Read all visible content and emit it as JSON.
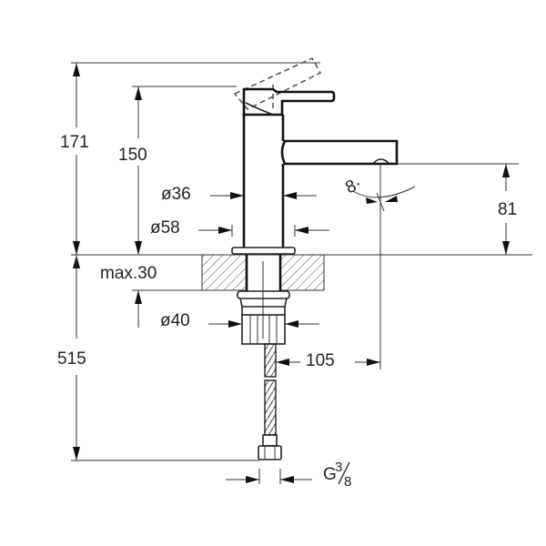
{
  "drawing": {
    "title": "Basin mixer technical dimension drawing",
    "units": "mm",
    "background": "#ffffff",
    "line_color": "#111111"
  },
  "dimensions": {
    "total_height_with_lever": "171",
    "body_height": "150",
    "body_diameter": "ø36",
    "base_diameter": "ø58",
    "spout_height": "81",
    "spout_angle": "8·",
    "max_countertop_thickness": "max.30",
    "shank_diameter": "ø40",
    "below_counter_length": "515",
    "spout_reach": "105",
    "connection_thread_base": "G",
    "connection_thread_num": "3",
    "connection_thread_den": "8"
  },
  "features": {
    "lever_alternate_position": "dashed",
    "countertop_section": "hatched",
    "flexible_hose": "braided"
  }
}
